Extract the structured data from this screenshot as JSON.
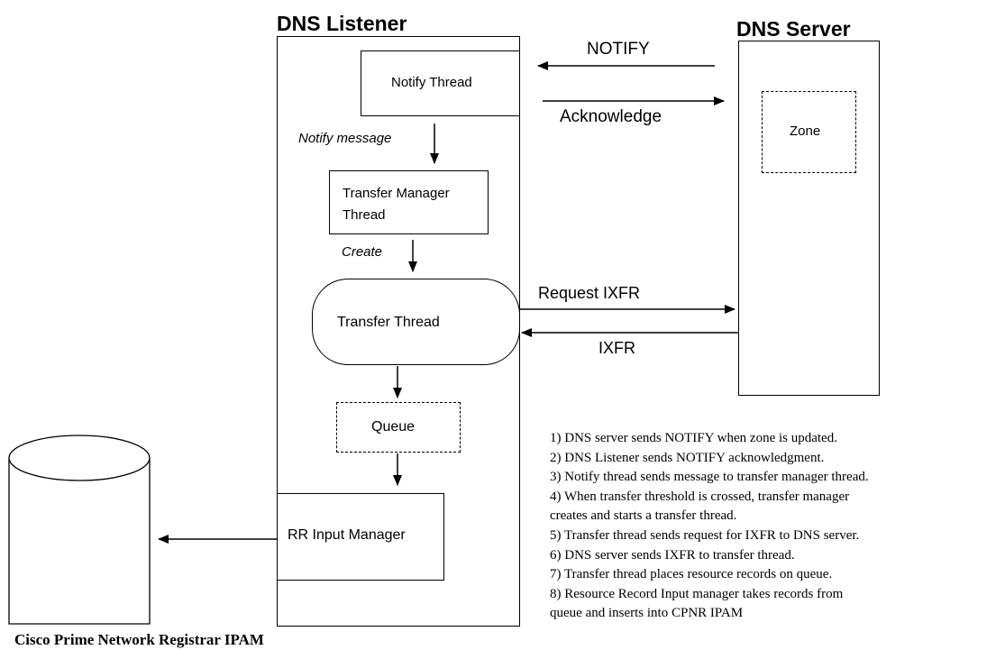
{
  "diagram": {
    "listener_title": "DNS Listener",
    "server_title": "DNS Server",
    "nodes": {
      "notify_thread": "Notify Thread",
      "transfer_manager_line1": "Transfer Manager",
      "transfer_manager_line2": "Thread",
      "transfer_thread": "Transfer Thread",
      "queue": "Queue",
      "rr_input_manager": "RR Input Manager",
      "zone": "Zone"
    },
    "edge_labels": {
      "notify": "NOTIFY",
      "acknowledge": "Acknowledge",
      "notify_message": "Notify message",
      "create": "Create",
      "request_ixfr": "Request IXFR",
      "ixfr": "IXFR"
    },
    "notes": [
      "1) DNS server sends NOTIFY when zone is updated.",
      "2) DNS Listener sends NOTIFY acknowledgment.",
      "3) Notify thread sends message to transfer manager thread.",
      "4) When transfer threshold is crossed, transfer manager",
      "creates and starts a transfer thread.",
      "5) Transfer thread sends request for IXFR to DNS server.",
      "6) DNS server sends IXFR to transfer thread.",
      "7) Transfer thread places resource records on queue.",
      "8) Resource Record Input manager takes records from",
      "queue and inserts into CPNR IPAM"
    ],
    "database_caption": "Cisco Prime Network Registrar IPAM"
  }
}
